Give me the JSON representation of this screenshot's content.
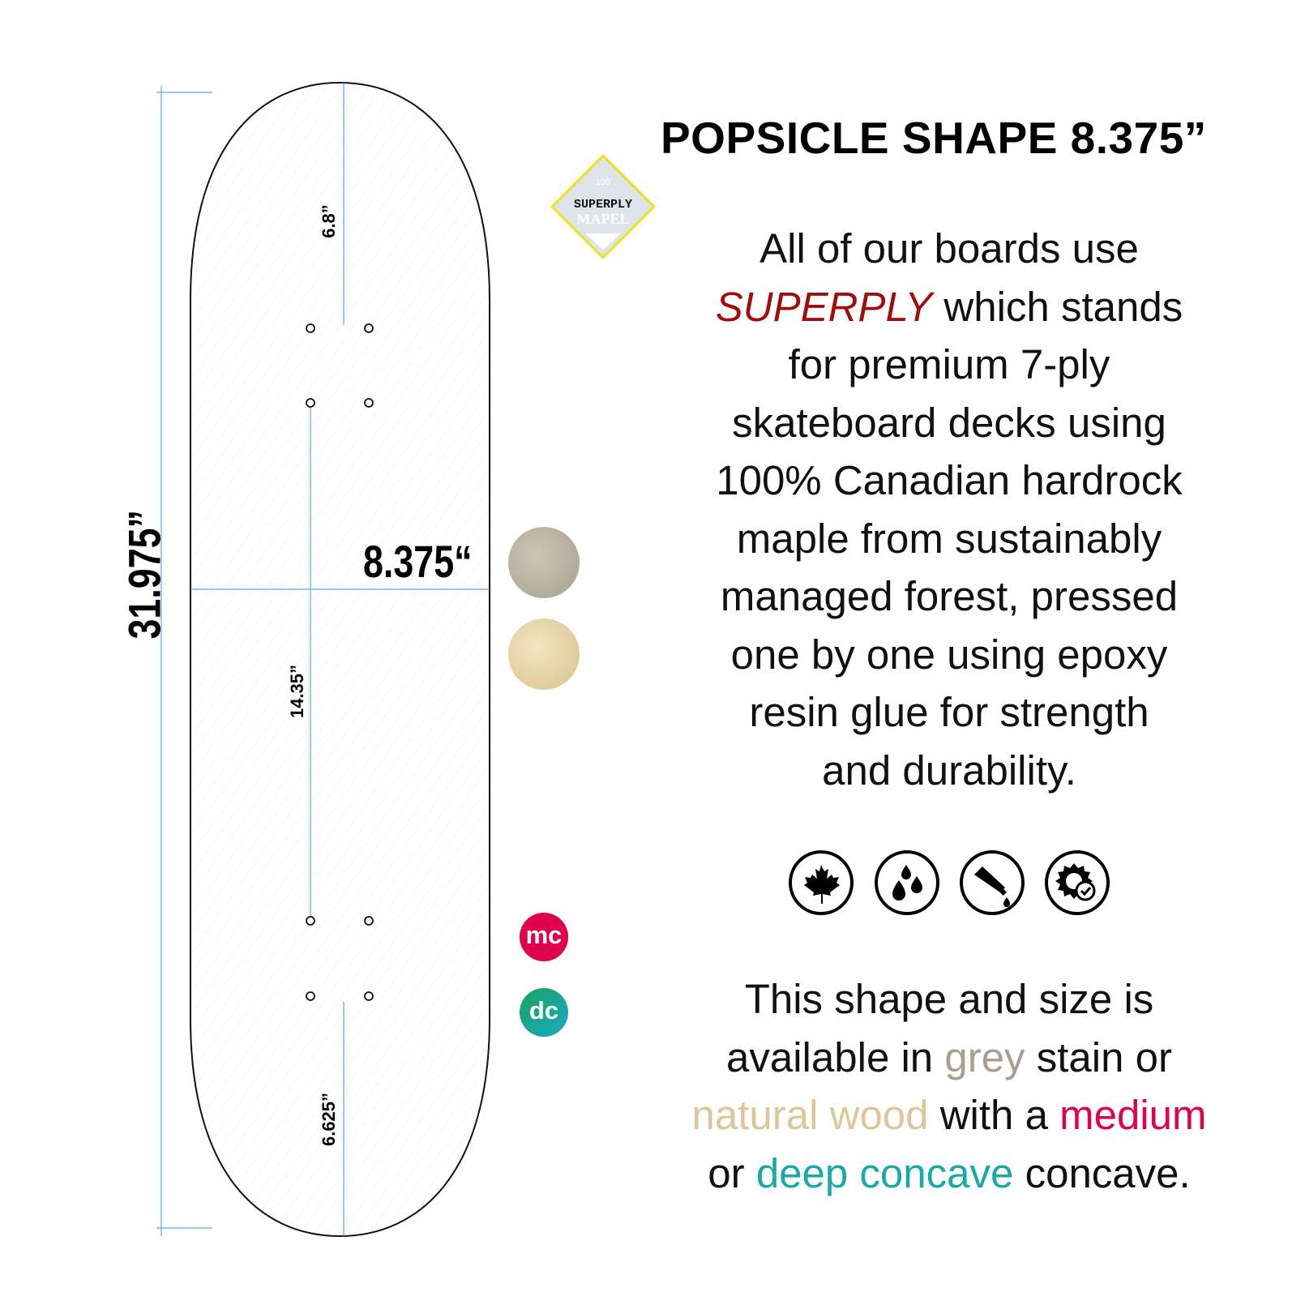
{
  "title": "POPSICLE SHAPE 8.375”",
  "logo": {
    "top": "100",
    "brand": "SUPERPLY",
    "sub": "MAPEL"
  },
  "dimensions": {
    "length": "31.975”",
    "width": "8.375“",
    "nose": "6.8”",
    "wheelbase": "14.35”",
    "tail": "6.625”"
  },
  "swatches": [
    {
      "name": "grey",
      "color": "#b0a898"
    },
    {
      "name": "natural",
      "color": "#e2cfa0"
    }
  ],
  "concave_badges": [
    {
      "label": "mc",
      "color": "#e0004d"
    },
    {
      "label": "dc",
      "color": "#1aa9a8"
    }
  ],
  "description": {
    "lines": [
      [
        "All of our boards use"
      ],
      [
        "SUPERPLY",
        " which stands"
      ],
      [
        "for premium 7-ply"
      ],
      [
        "skateboard decks using"
      ],
      [
        "100% Canadian hardrock"
      ],
      [
        "maple from sustainably"
      ],
      [
        "managed forest, pressed"
      ],
      [
        "one by one using epoxy"
      ],
      [
        "resin glue for strength"
      ],
      [
        "and durability."
      ]
    ],
    "highlight_color": "#a00d0d"
  },
  "feature_icons": [
    "maple-leaf-icon",
    "water-drops-icon",
    "glue-tube-icon",
    "quality-seal-icon"
  ],
  "availability": {
    "l1": "This shape and size is",
    "l2a": "available in ",
    "grey": "grey",
    "l2b": " stain or",
    "natural": "natural wood",
    "l3b": " with a ",
    "medium": "medium",
    "l4a": "or ",
    "deep": "deep concave",
    "l4b": " concave.",
    "colors": {
      "grey": "#a89f8c",
      "natural": "#dbc79a",
      "medium": "#e0004d",
      "deep": "#1aa9a8"
    }
  }
}
